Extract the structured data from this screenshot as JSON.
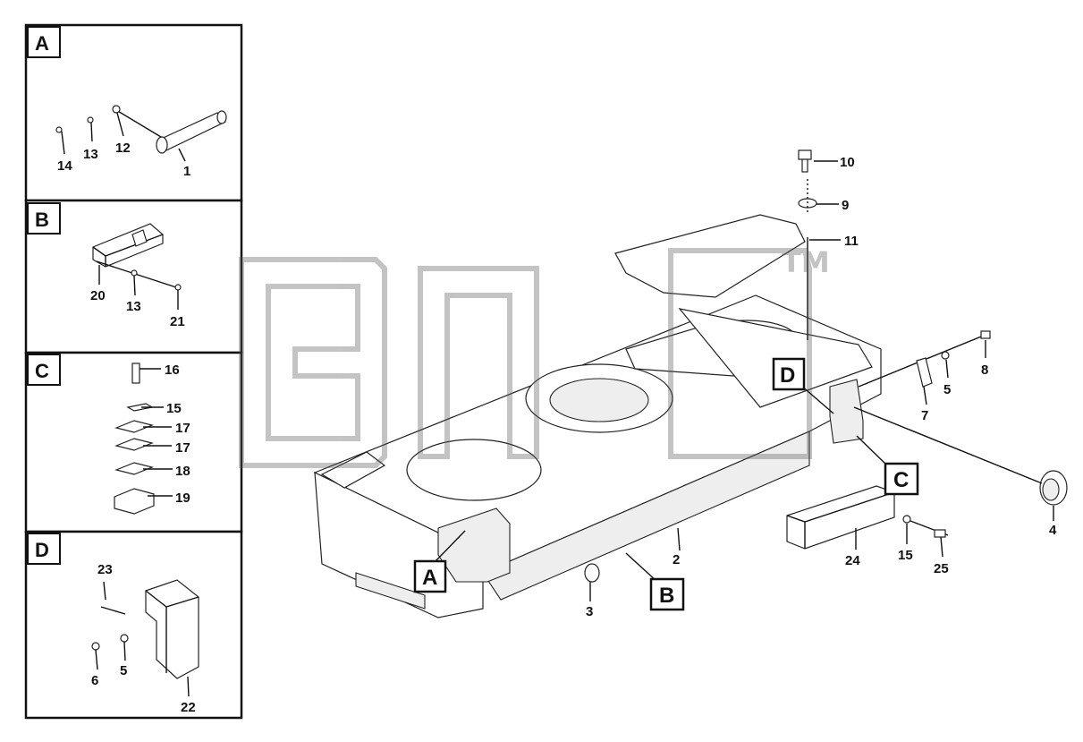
{
  "watermark": {
    "trademark": "TM"
  },
  "panels": [
    {
      "id": "A",
      "letter": "A"
    },
    {
      "id": "B",
      "letter": "B"
    },
    {
      "id": "C",
      "letter": "C"
    },
    {
      "id": "D",
      "letter": "D"
    }
  ],
  "callouts": {
    "A": "A",
    "B": "B",
    "C": "C",
    "D": "D"
  },
  "labels": {
    "panelA": [
      "14",
      "13",
      "12",
      "1"
    ],
    "panelB": [
      "20",
      "13",
      "21"
    ],
    "panelC": [
      "16",
      "15",
      "17",
      "17",
      "18",
      "19"
    ],
    "panelD": [
      "23",
      "6",
      "5",
      "22"
    ],
    "main": [
      "10",
      "9",
      "11",
      "8",
      "5",
      "7",
      "4",
      "24",
      "15",
      "25",
      "2",
      "3"
    ]
  }
}
